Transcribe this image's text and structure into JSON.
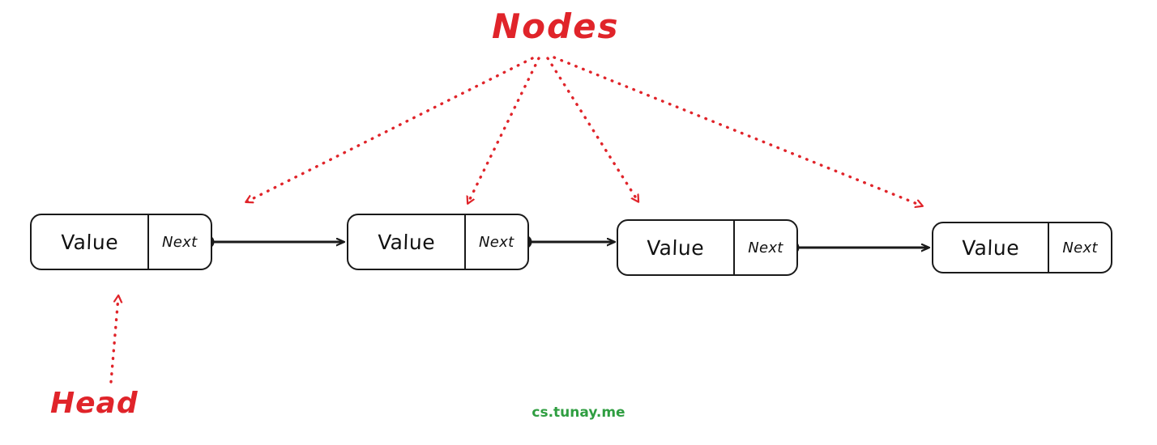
{
  "diagram": {
    "title_label": "Nodes",
    "head_label": "Head",
    "watermark": "cs.tunay.me",
    "colors": {
      "annotation_red": "#e0242a",
      "stroke_black": "#1a1a1a",
      "watermark_green": "#2f9e41",
      "background": "#ffffff"
    },
    "nodes": [
      {
        "value_label": "Value",
        "next_label": "Next",
        "has_next_pointer": true
      },
      {
        "value_label": "Value",
        "next_label": "Next",
        "has_next_pointer": true
      },
      {
        "value_label": "Value",
        "next_label": "Next",
        "has_next_pointer": true
      },
      {
        "value_label": "Value",
        "next_label": "Next",
        "has_next_pointer": false
      }
    ]
  }
}
